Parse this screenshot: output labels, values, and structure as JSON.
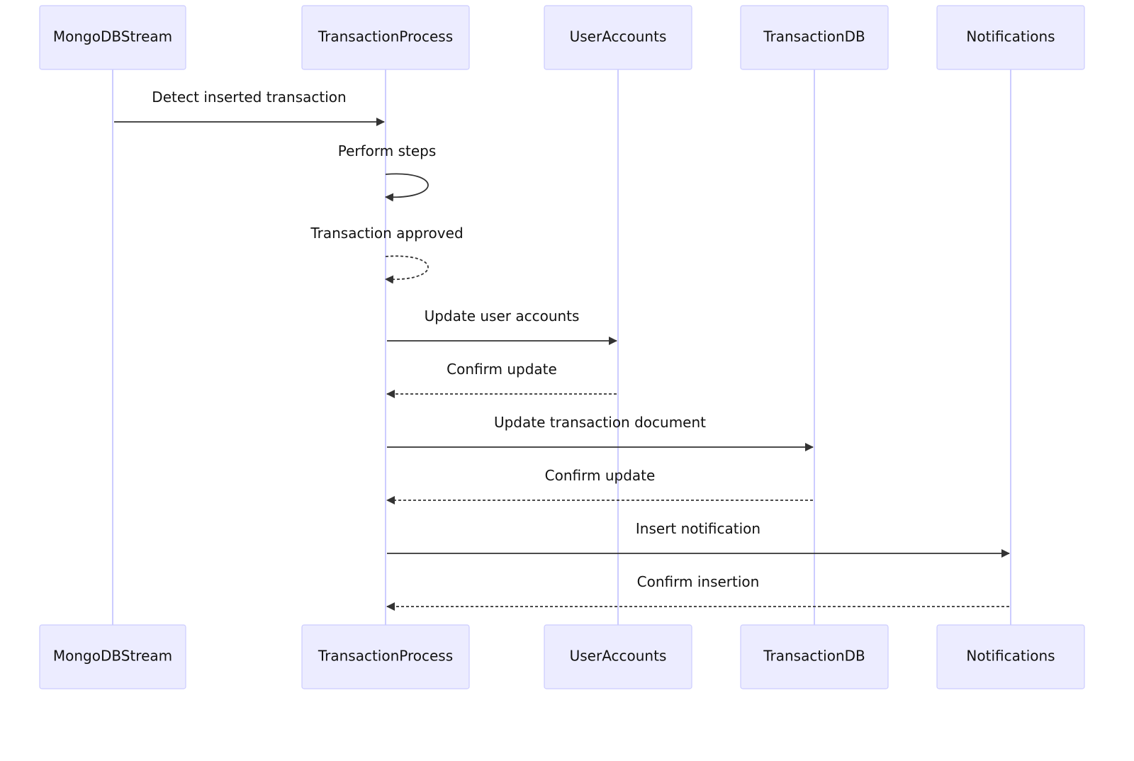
{
  "participants": [
    {
      "id": "mongo",
      "label": "MongoDBStream"
    },
    {
      "id": "tp",
      "label": "TransactionProcess"
    },
    {
      "id": "ua",
      "label": "UserAccounts"
    },
    {
      "id": "tdb",
      "label": "TransactionDB"
    },
    {
      "id": "notif",
      "label": "Notifications"
    }
  ],
  "messages": [
    {
      "from": "mongo",
      "to": "tp",
      "label": "Detect inserted transaction",
      "style": "solid"
    },
    {
      "from": "tp",
      "to": "tp",
      "label": "Perform steps",
      "style": "solid"
    },
    {
      "from": "tp",
      "to": "tp",
      "label": "Transaction approved",
      "style": "dashed"
    },
    {
      "from": "tp",
      "to": "ua",
      "label": "Update user accounts",
      "style": "solid"
    },
    {
      "from": "ua",
      "to": "tp",
      "label": "Confirm update",
      "style": "dashed"
    },
    {
      "from": "tp",
      "to": "tdb",
      "label": "Update transaction document",
      "style": "solid"
    },
    {
      "from": "tdb",
      "to": "tp",
      "label": "Confirm update",
      "style": "dashed"
    },
    {
      "from": "tp",
      "to": "notif",
      "label": "Insert notification",
      "style": "solid"
    },
    {
      "from": "notif",
      "to": "tp",
      "label": "Confirm insertion",
      "style": "dashed"
    }
  ],
  "colors": {
    "actor_fill": "#ECECFF",
    "actor_border": "#CCCCFF",
    "lifeline": "#CCCCFF",
    "arrow": "#333333"
  }
}
